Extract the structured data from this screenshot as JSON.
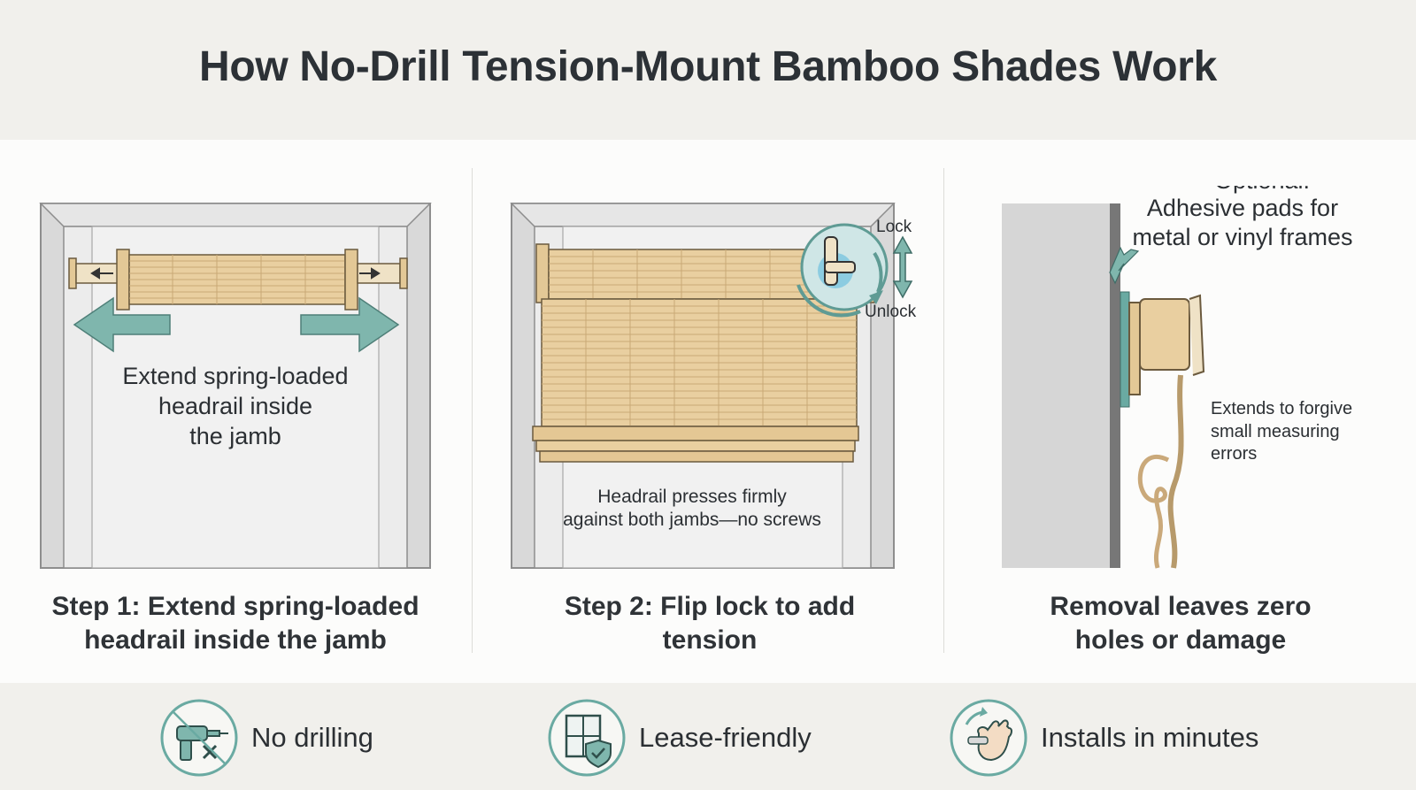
{
  "title": "How No-Drill Tension-Mount Bamboo Shades Work",
  "panels": [
    {
      "diagram_text": [
        "Extend spring-loaded",
        "headrail inside",
        "the jamb"
      ],
      "caption": [
        "Step 1: Extend spring-loaded",
        "headrail inside the jamb"
      ]
    },
    {
      "lock_label": "Lock",
      "unlock_label": "Unlock",
      "diagram_text": [
        "Headrail presses firmly",
        "against both jambs—no screws"
      ],
      "caption": [
        "Step 2: Flip lock to add",
        "tension"
      ]
    },
    {
      "callout": [
        "Optional:",
        "Adhesive pads for",
        "metal or vinyl frames"
      ],
      "note": [
        "Extends to forgive",
        "small measuring",
        "errors"
      ],
      "caption": [
        "Removal leaves zero",
        "holes or damage"
      ]
    }
  ],
  "features": [
    {
      "icon": "no-drill-icon",
      "label": "No drilling"
    },
    {
      "icon": "window-shield-icon",
      "label": "Lease-friendly"
    },
    {
      "icon": "hand-twist-icon",
      "label": "Installs in minutes"
    }
  ],
  "colors": {
    "bamboo": "#e9cfa0",
    "bamboo_line": "#c9a976",
    "teal": "#6aaaa2",
    "frame": "#d6d6d6",
    "header_bg": "#f1f0ec"
  }
}
